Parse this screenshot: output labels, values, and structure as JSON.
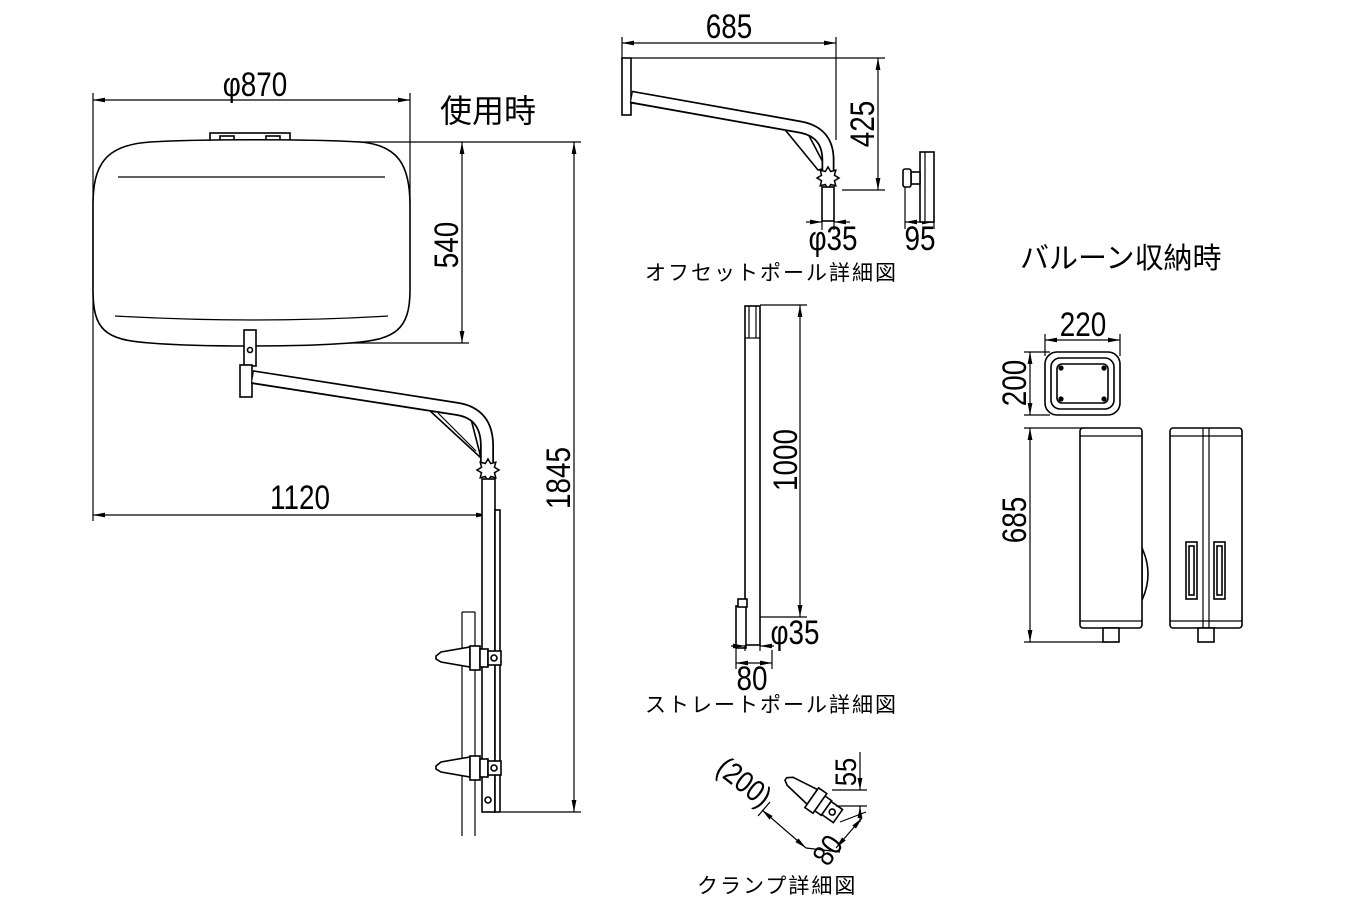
{
  "colors": {
    "line": "#000000",
    "background": "#ffffff"
  },
  "use_view": {
    "title": "使用時",
    "dim_diameter": "φ870",
    "dim_balloon_height": "540",
    "dim_total_height": "1845",
    "dim_reach": "1120"
  },
  "offset_pole_detail": {
    "caption": "オフセットポール詳細図",
    "dim_width": "685",
    "dim_height": "425",
    "dim_diameter": "φ35",
    "dim_depth": "95"
  },
  "storage_view": {
    "title": "バルーン収納時",
    "dim_width": "220",
    "dim_depth": "200",
    "dim_height": "685"
  },
  "straight_pole_detail": {
    "caption": "ストレートポール詳細図",
    "dim_length": "1000",
    "dim_diameter": "φ35",
    "dim_bracket": "80"
  },
  "clamp_detail": {
    "caption": "クランプ詳細図",
    "dim_length": "(200)",
    "dim_height": "55",
    "dim_width": "80"
  }
}
